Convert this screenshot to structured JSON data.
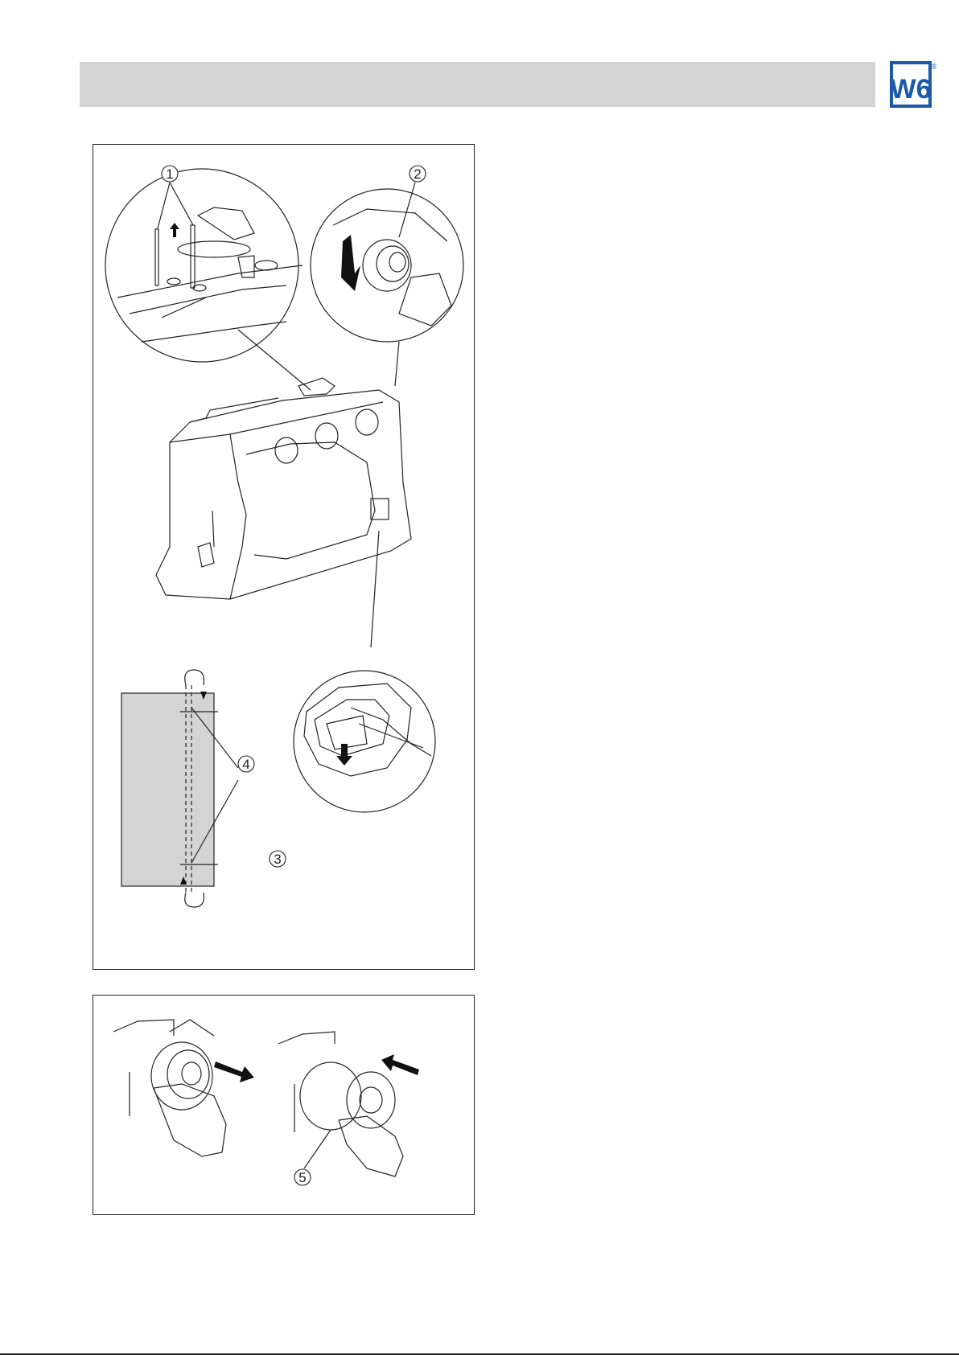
{
  "header": {
    "logo_text": "W6",
    "logo_mark": "®",
    "brand_color": "#1a5aa8"
  },
  "figure_top": {
    "callouts": [
      "1",
      "2",
      "3",
      "4"
    ]
  },
  "figure_bottom": {
    "callouts": [
      "5"
    ]
  }
}
